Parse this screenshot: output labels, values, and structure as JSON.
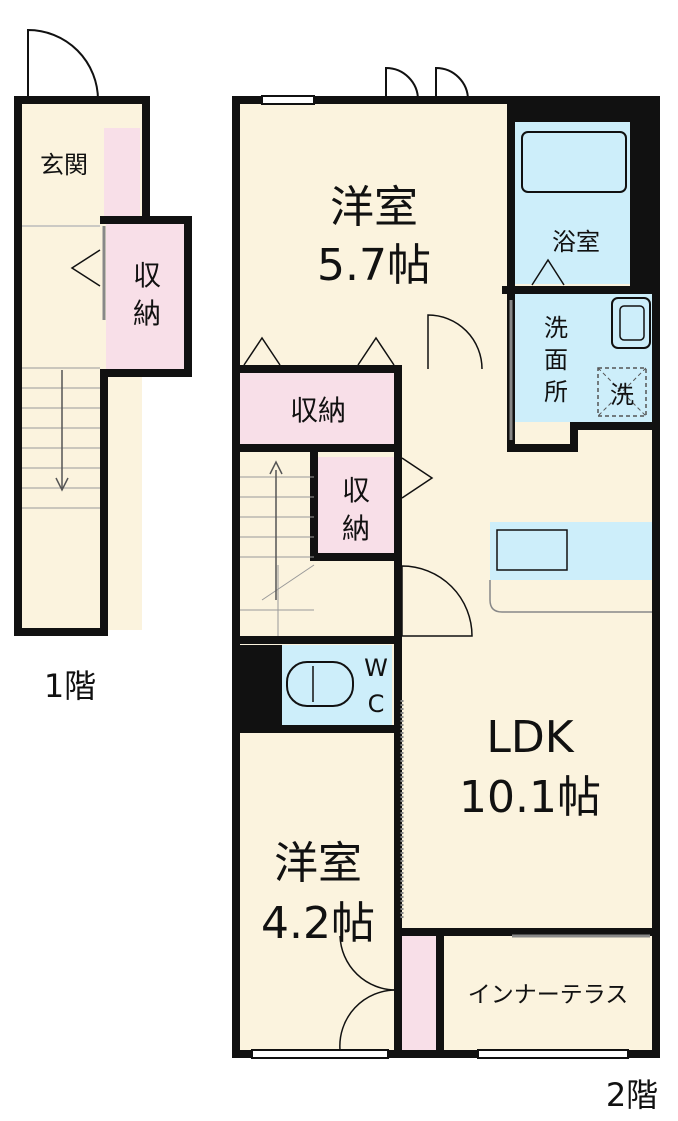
{
  "floor1": {
    "label": "1階",
    "entrance": "玄関",
    "storage": "収納"
  },
  "floor2": {
    "label": "2階",
    "bedroom_top": {
      "name": "洋室",
      "size": "5.7帖"
    },
    "storage_wide": "収納",
    "storage_small": "収納",
    "bathroom": "浴室",
    "washroom": [
      "洗",
      "面",
      "所"
    ],
    "washer": "洗",
    "wc": [
      "W",
      "C"
    ],
    "ldk": {
      "name": "LDK",
      "size": "10.1帖"
    },
    "bedroom_bottom": {
      "name": "洋室",
      "size": "4.2帖"
    },
    "inner_terrace": "インナーテラス"
  },
  "colors": {
    "room": "#fbf3de",
    "storage": "#f8dfe8",
    "wet": "#cdeefa",
    "wall": "#111111"
  }
}
